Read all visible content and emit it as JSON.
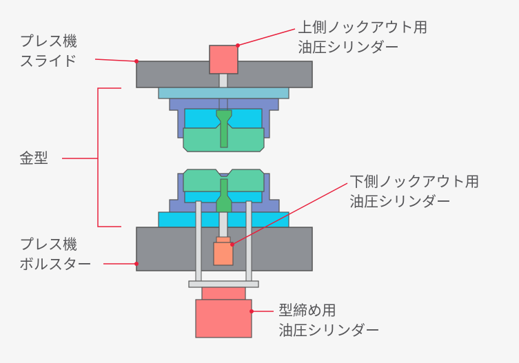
{
  "labels": {
    "press_slide": {
      "line1": "プレス機",
      "line2": "スライド"
    },
    "upper_knockout": {
      "line1": "上側ノックアウト用",
      "line2": "油圧シリンダー"
    },
    "die": {
      "line1": "金型"
    },
    "lower_knockout": {
      "line1": "下側ノックアウト用",
      "line2": "油圧シリンダー"
    },
    "press_bolster": {
      "line1": "プレス機",
      "line2": "ボルスター"
    },
    "clamping_cylinder": {
      "line1": "型締め用",
      "line2": "油圧シリンダー"
    }
  },
  "colors": {
    "press_gray": "#8e9196",
    "cylinder_red": "#fd7f7f",
    "lower_cylinder_orange": "#fd9474",
    "plate_light_blue": "#80c6d6",
    "holder_blue": "#7b8fcc",
    "insert_cyan": "#12cdee",
    "punch_green": "#5ccfa6",
    "workpiece_green": "#4cbe70",
    "leader_red": "#e8203c",
    "rod_light_gray": "#dcdedf"
  }
}
